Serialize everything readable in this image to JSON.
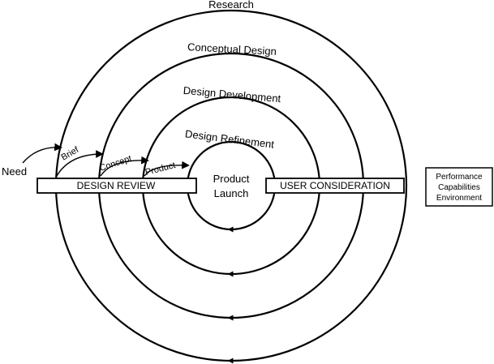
{
  "diagram": {
    "rings": [
      "Research",
      "Conceptual Design",
      "Design Development",
      "Design Refinement"
    ],
    "center": {
      "line1": "Product",
      "line2": "Launch"
    },
    "design_review": "DESIGN REVIEW",
    "user_consideration": "USER CONSIDERATION",
    "need": "Need",
    "stage_arrows": [
      "Brief",
      "Concept",
      "Product"
    ],
    "factors": [
      "Performance",
      "Capabilities",
      "Environment"
    ]
  }
}
